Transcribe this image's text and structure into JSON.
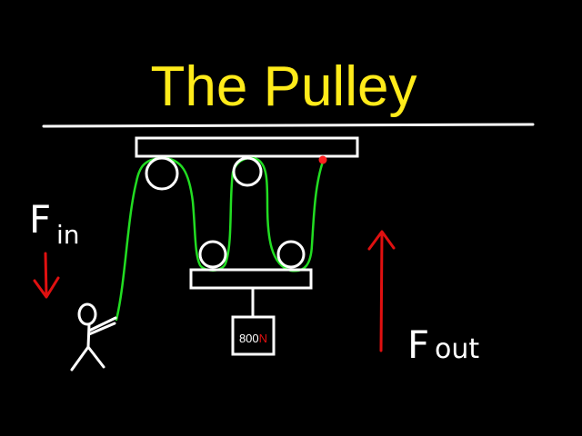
{
  "title": "The Pulley",
  "force_in": {
    "symbol": "F",
    "subscript": "in"
  },
  "force_out": {
    "symbol": "F",
    "subscript": "out"
  },
  "weight": {
    "value": "800",
    "unit": "N"
  },
  "colors": {
    "background": "#000000",
    "title": "#ffeb1a",
    "rope": "#22dd22",
    "arrow": "#e01010",
    "lines": "#ffffff",
    "anchor_point": "#ff2020",
    "weight_unit": "#e01010"
  }
}
